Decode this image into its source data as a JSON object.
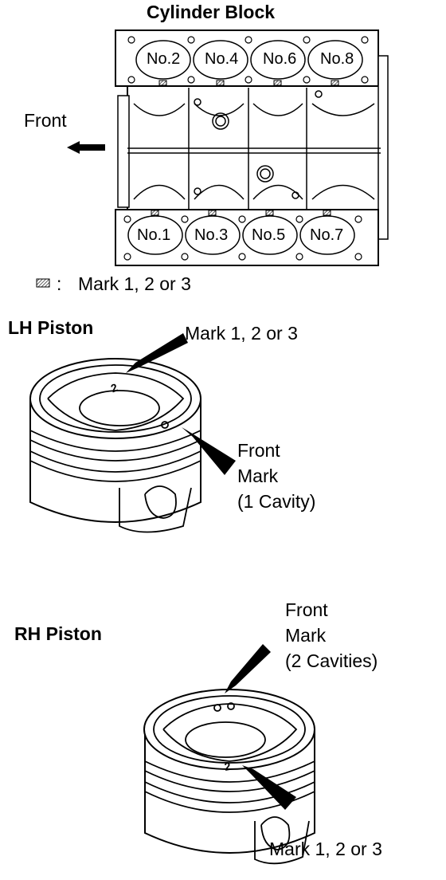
{
  "block_title": "Cylinder Block",
  "front_label": "Front",
  "cylinders": {
    "top": [
      "No.2",
      "No.4",
      "No.6",
      "No.8"
    ],
    "bottom": [
      "No.1",
      "No.3",
      "No.5",
      "No.7"
    ]
  },
  "legend": {
    "separator": ":",
    "text": "Mark 1, 2 or 3"
  },
  "lh_piston": {
    "title": "LH Piston",
    "mark_label": "Mark 1, 2 or 3",
    "front_mark_lines": [
      "Front",
      "Mark",
      "(1 Cavity)"
    ],
    "stamp": "2"
  },
  "rh_piston": {
    "title": "RH Piston",
    "front_mark_lines": [
      "Front",
      "Mark",
      "(2 Cavities)"
    ],
    "mark_label": "Mark 1, 2 or 3",
    "stamp": "2"
  }
}
